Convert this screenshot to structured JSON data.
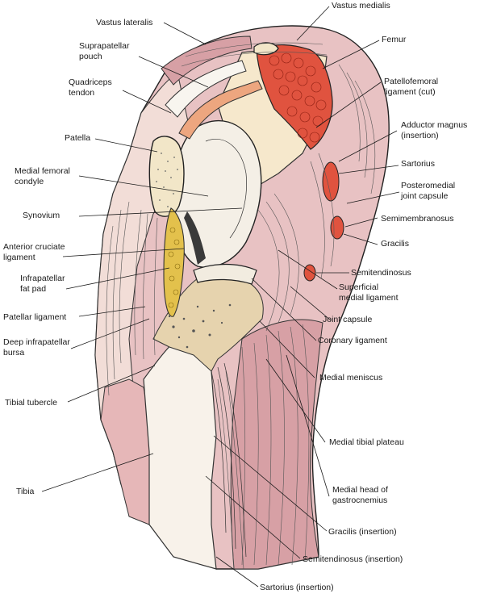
{
  "labels": {
    "vastus_lateralis": "Vastus lateralis",
    "vastus_medialis": "Vastus medialis",
    "suprapatellar_pouch": [
      "Suprapatellar",
      "pouch"
    ],
    "femur": "Femur",
    "quadriceps_tendon": [
      "Quadriceps",
      "tendon"
    ],
    "patellofemoral_ligament": [
      "Patellofemoral",
      "ligament (cut)"
    ],
    "patella": "Patella",
    "adductor_magnus": [
      "Adductor magnus",
      "(insertion)"
    ],
    "medial_femoral_condyle": [
      "Medial femoral",
      "condyle"
    ],
    "sartorius": "Sartorius",
    "posteromedial_joint_capsule": [
      "Posteromedial",
      "joint capsule"
    ],
    "synovium": "Synovium",
    "semimembranosus": "Semimembranosus",
    "gracilis": "Gracilis",
    "anterior_cruciate_ligament": [
      "Anterior cruciate",
      "ligament"
    ],
    "semitendinosus": "Semitendinosus",
    "infrapatellar_fat_pad": [
      "Infrapatellar",
      "fat pad"
    ],
    "superficial_medial_ligament": [
      "Superficial",
      "medial ligament"
    ],
    "patellar_ligament": "Patellar ligament",
    "joint_capsule": "Joint capsule",
    "deep_infrapatellar_bursa": [
      "Deep infrapatellar",
      "bursa"
    ],
    "coronary_ligament": "Coronary ligament",
    "medial_meniscus": "Medial meniscus",
    "tibial_tubercle": "Tibial tubercle",
    "medial_tibial_plateau": "Medial tibial plateau",
    "tibia": "Tibia",
    "medial_head_gastrocnemius": [
      "Medial head of",
      "gastrocnemius"
    ],
    "gracilis_insertion": "Gracilis (insertion)",
    "semitendinosus_insertion": "Semitendinosus (insertion)",
    "sartorius_insertion": "Sartorius (insertion)"
  },
  "colors": {
    "muscle_pink": "#d7a0a5",
    "muscle_light": "#e8c2c3",
    "muscle_red": "#e0533f",
    "bone_cream": "#f6e8cc",
    "fat_yellow": "#e3c14c",
    "tendon_white": "#f8f5ef",
    "pouch_orange": "#eda67f",
    "bone_tan": "#e6d3ae"
  }
}
